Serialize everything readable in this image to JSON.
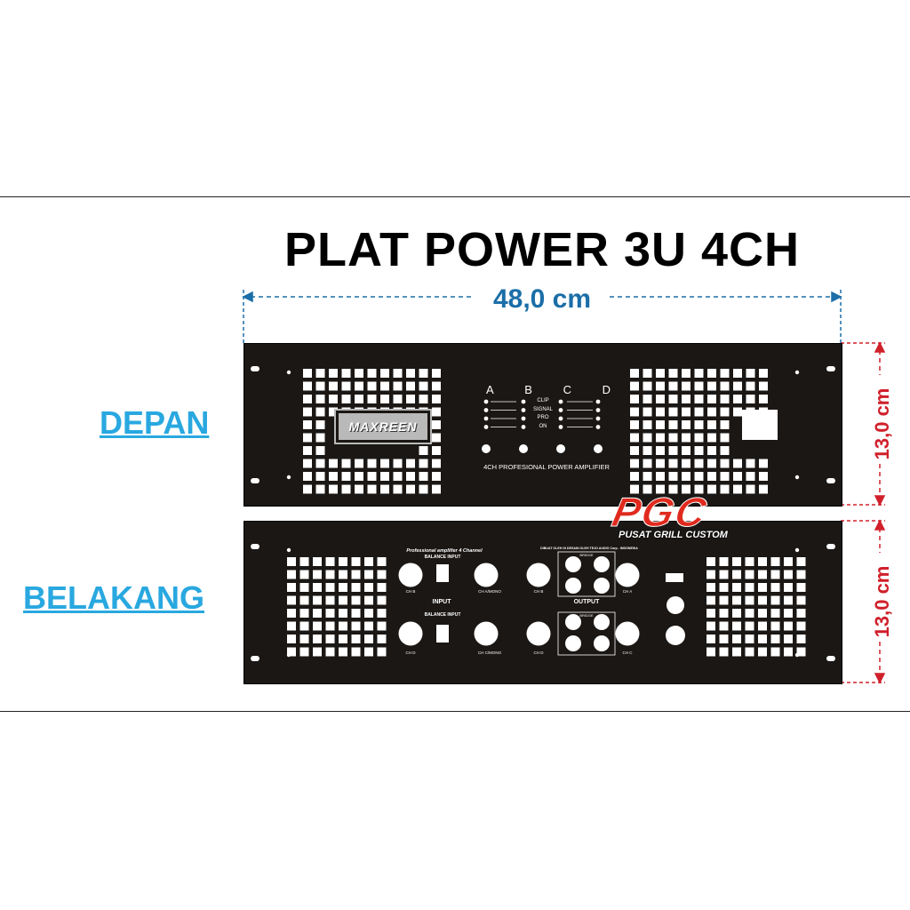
{
  "title": "PLAT POWER 3U 4CH",
  "dimensions": {
    "width": "48,0 cm",
    "front_height": "13,0 cm",
    "rear_height": "13,0 cm",
    "dim_color": "#1b6ea8",
    "height_color": "#d0202b"
  },
  "labels": {
    "front": "DEPAN",
    "rear": "BELAKANG"
  },
  "front_panel": {
    "brand": "MAXREEN",
    "channels": [
      "A",
      "B",
      "C",
      "D"
    ],
    "indicators": [
      "CLIP",
      "SIGNAL",
      "PRO",
      "ON"
    ],
    "caption": "4CH PROFESIONAL POWER AMPLIFIER"
  },
  "rear_panel": {
    "heading": "Professional amplifier 4 Channel",
    "balance_input_top": "BALANCE INPUT",
    "balance_input_bottom": "BALANCE INPUT",
    "input_label": "INPUT",
    "output_label": "OUTPUT",
    "made_in": "DIBUAT OLEH DI DESAIN OLEH TEJO AUDIO Corp - INDONESIA",
    "bridge_top": "BRIDGE",
    "bridge_bottom": "BRIDGE",
    "input_channels": [
      "CH B",
      "CH A/MONO",
      "CH D",
      "CH C/MONO"
    ],
    "output_channels": [
      "CH B",
      "CH A",
      "CH D",
      "CH C"
    ]
  },
  "watermark": {
    "logo": "PGC",
    "name": "PUSAT GRILL CUSTOM",
    "color": "#e02a1e"
  }
}
